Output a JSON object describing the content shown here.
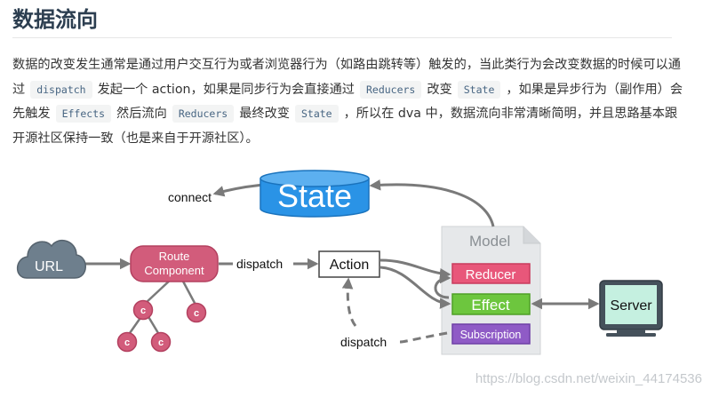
{
  "section": {
    "title": "数据流向"
  },
  "paragraph": {
    "t1": "数据的改变发生通常是通过用户交互行为或者浏览器行为（如路由跳转等）触发的，当此类行为会改变数据的时候可以通过",
    "c1": "dispatch",
    "t2": "发起一个 action，如果是同步行为会直接通过",
    "c2": "Reducers",
    "t3": "改变",
    "c3": "State",
    "t4": "，如果是异步行为（副作用）会先触发",
    "c4": "Effects",
    "t5": "然后流向",
    "c5": "Reducers",
    "t6": "最终改变",
    "c6": "State",
    "t7": "，所以在 dva 中，数据流向非常清晰简明，并且思路基本跟开源社区保持一致（也是来自于开源社区）。"
  },
  "diagram": {
    "state": "State",
    "url": "URL",
    "route_line1": "Route",
    "route_line2": "Component",
    "child": "c",
    "action": "Action",
    "model": "Model",
    "reducer": "Reducer",
    "effect": "Effect",
    "subscription": "Subscription",
    "server": "Server",
    "connect_label": "connect",
    "dispatch_label": "dispatch",
    "dispatch_label_2": "dispatch"
  },
  "watermark": "https://blog.csdn.net/weixin_44174536",
  "colors": {
    "state_fill": "#2a93e6",
    "url_cloud": "#6e7f8d",
    "route_fill": "#d25c7b",
    "reducer_fill": "#e8577a",
    "effect_fill": "#6dc63e",
    "subscription_fill": "#8f5bc6",
    "model_fill": "#e6e8ea",
    "arrow": "#7a7a7a"
  }
}
